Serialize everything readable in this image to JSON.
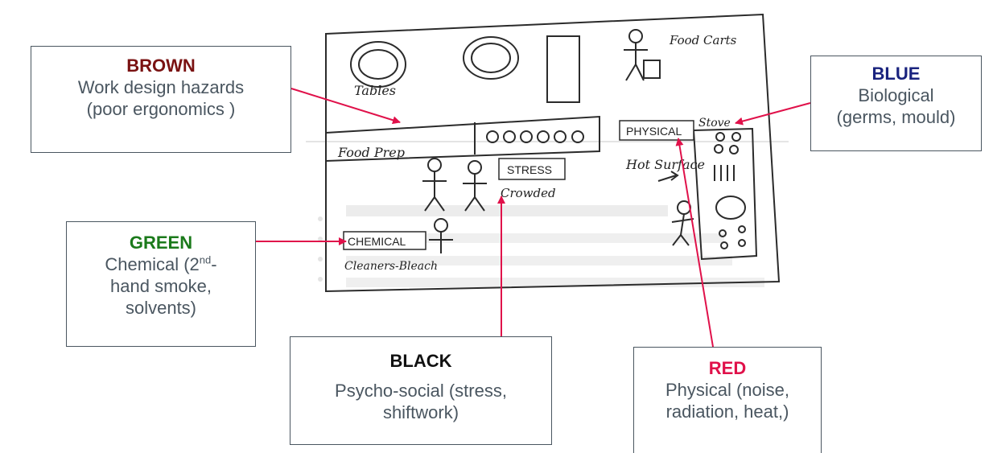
{
  "colors": {
    "brown": "#7a1212",
    "blue": "#1a237e",
    "green": "#1b7a1b",
    "black": "#111111",
    "red": "#e0114a",
    "box_text": "#4a5660",
    "border": "#4a5660"
  },
  "sketch": {
    "labels": {
      "tables": "Tables",
      "food_carts": "Food Carts",
      "food_prep": "Food Prep",
      "physical": "PHYSICAL",
      "stove": "Stove",
      "stress": "STRESS",
      "crowded": "Crowded",
      "hot_surface": "Hot Surface",
      "chemical": "CHEMICAL",
      "cleaners": "Cleaners-Bleach"
    }
  },
  "callouts": {
    "brown": {
      "heading": "BROWN",
      "line1": "Work design hazards",
      "line2": "(poor ergonomics )"
    },
    "blue": {
      "heading": "BLUE",
      "line1": "Biological",
      "line2": "(germs, mould)"
    },
    "green": {
      "heading": "GREEN",
      "line1a": "Chemical (2",
      "sup": "nd",
      "line1b": "-",
      "line2": "hand smoke,",
      "line3": "solvents)"
    },
    "black": {
      "heading": "BLACK",
      "line1": "Psycho-social (stress,",
      "line2": "shiftwork)"
    },
    "red": {
      "heading": "RED",
      "line1": "Physical (noise,",
      "line2": "radiation, heat,)"
    }
  }
}
